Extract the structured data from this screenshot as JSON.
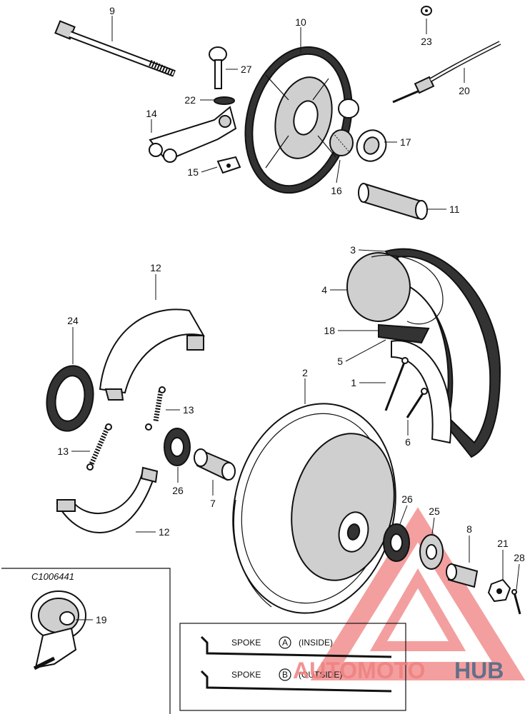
{
  "callouts": {
    "c1": "1",
    "c2": "2",
    "c3": "3",
    "c4": "4",
    "c5": "5",
    "c6": "6",
    "c7": "7",
    "c8": "8",
    "c9": "9",
    "c10": "10",
    "c11": "11",
    "c12a": "12",
    "c12b": "12",
    "c13a": "13",
    "c13b": "13",
    "c14": "14",
    "c15": "15",
    "c16": "16",
    "c17": "17",
    "c18": "18",
    "c19": "19",
    "c20": "20",
    "c21": "21",
    "c22": "22",
    "c23": "23",
    "c24": "24",
    "c25": "25",
    "c26a": "26",
    "c26b": "26",
    "c27": "27",
    "c28": "28"
  },
  "inset": {
    "code": "C1006441"
  },
  "legend": {
    "spoke_a_word": "SPOKE",
    "spoke_a_letter": "A",
    "spoke_a_note": "(INSIDE)",
    "spoke_b_word": "SPOKE",
    "spoke_b_letter": "B",
    "spoke_b_note": "(OUTSIDE)"
  },
  "watermark": {
    "part1": "AUTOMOTO",
    "part2": "HUB",
    "colors": {
      "triangle": "#f08080",
      "hub": "#4a6785"
    }
  }
}
